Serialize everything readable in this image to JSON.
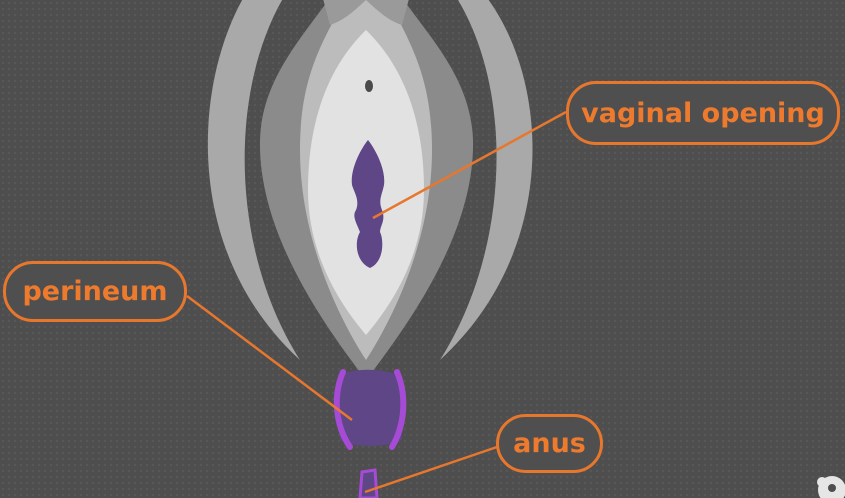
{
  "labels": {
    "vaginal_opening": "vaginal opening",
    "perineum": "perineum",
    "anus": "anus"
  },
  "colors": {
    "background": "#4e4e4e",
    "label_accent": "#e8772e",
    "highlight_purple": "#a64bd6",
    "structure_purple": "#5e4687"
  },
  "icons": [
    "corner-logo-icon"
  ]
}
